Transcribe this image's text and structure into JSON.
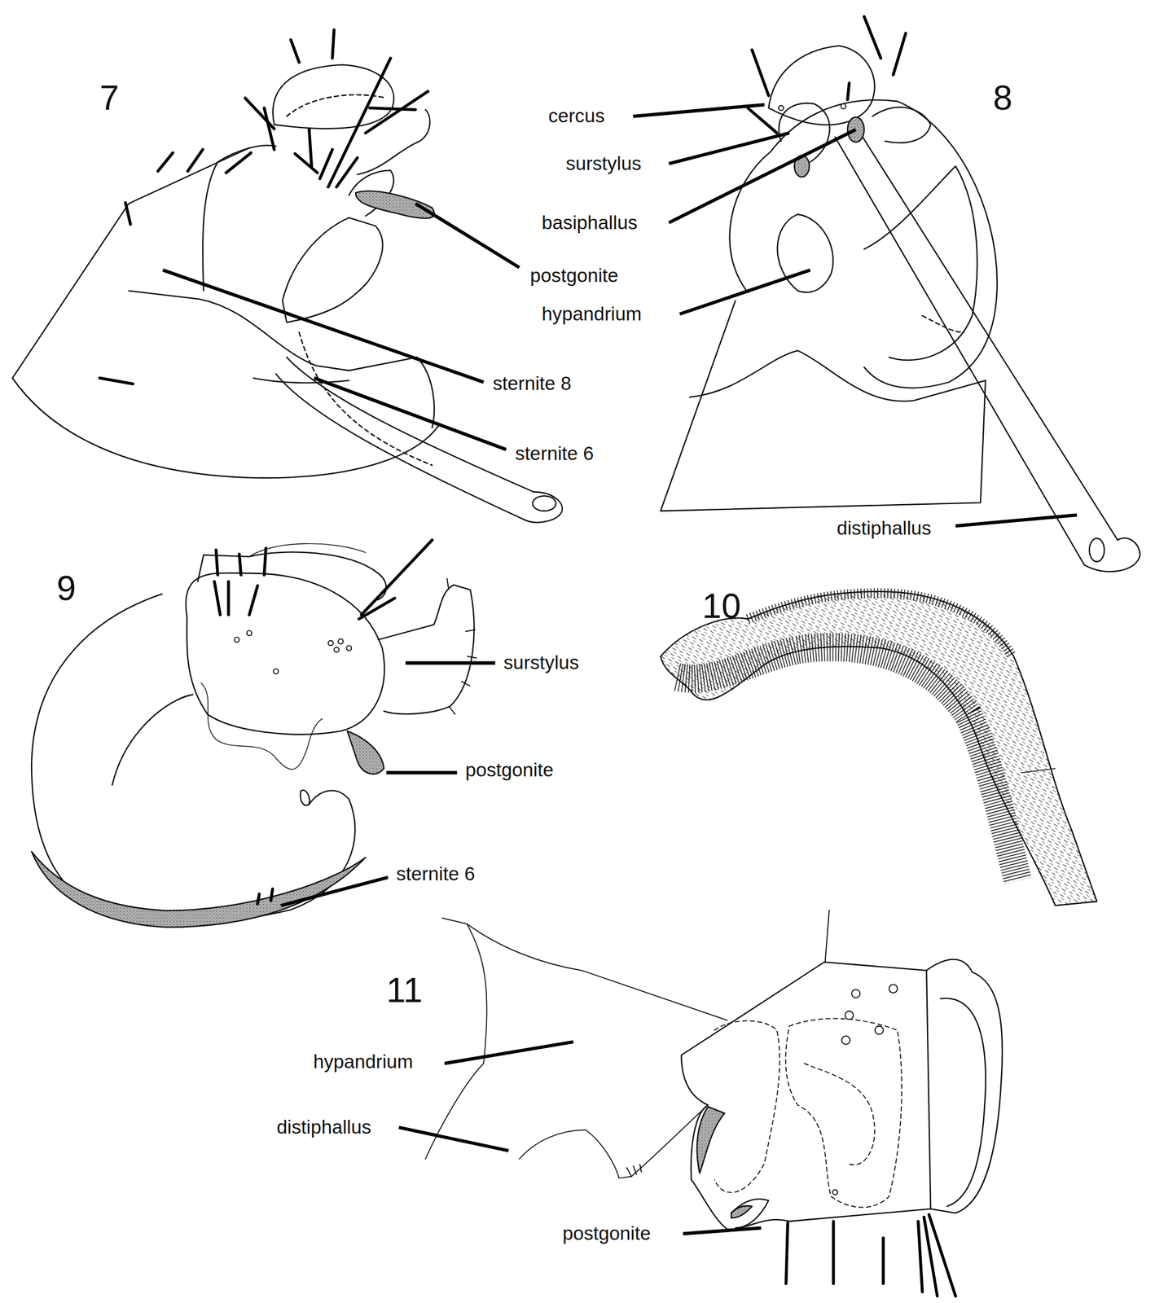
{
  "diagram": {
    "labels": [
      "7",
      "sternite 8",
      "sternite 6",
      "postgonite",
      "8",
      "cercus",
      "surstylus",
      "basiphallus",
      "hypandrium",
      "distiphallus",
      "9",
      "surstylus",
      "postgonite",
      "sternite 6",
      "10",
      "11",
      "hypandrium",
      "distiphallus",
      "postgonite"
    ]
  }
}
